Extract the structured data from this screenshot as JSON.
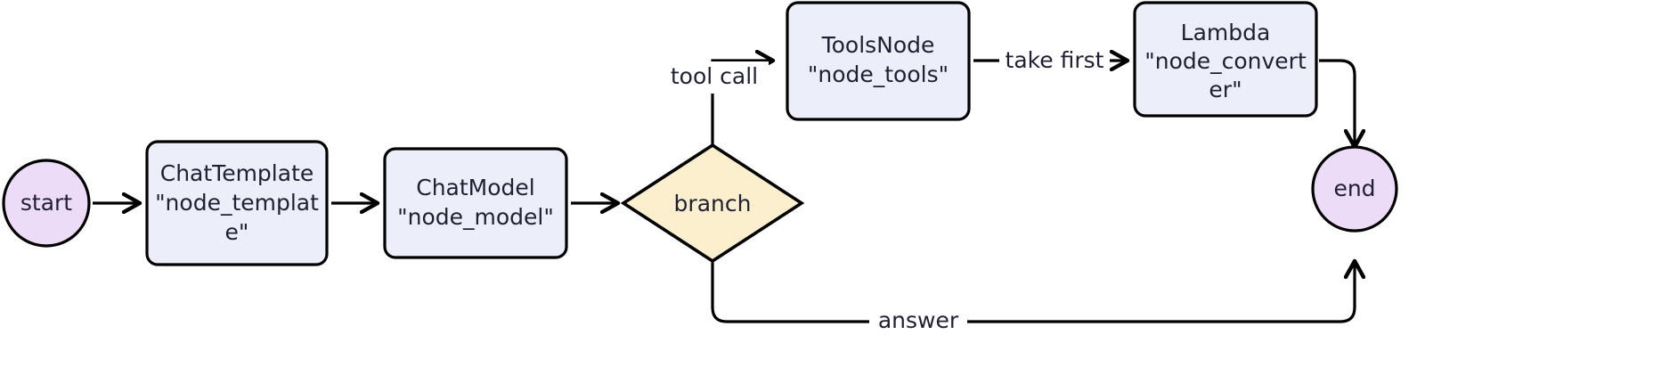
{
  "diagram": {
    "type": "flowchart",
    "orientation": "left-to-right",
    "background_color": "#ffffff",
    "palette": {
      "box_fill": "#eceffa",
      "circle_fill": "#eddcf7",
      "diamond_fill": "#fcefcd",
      "stroke": "#000000",
      "text": "#1f2033"
    },
    "nodes": [
      {
        "id": "start",
        "shape": "circle",
        "lines": [
          "start"
        ],
        "fill": "#eddcf7"
      },
      {
        "id": "node_template",
        "shape": "rounded-rect",
        "lines": [
          "ChatTemplate",
          "\"node_templat",
          "e\""
        ],
        "fill": "#eceffa"
      },
      {
        "id": "node_model",
        "shape": "rounded-rect",
        "lines": [
          "ChatModel",
          "\"node_model\""
        ],
        "fill": "#eceffa"
      },
      {
        "id": "branch",
        "shape": "diamond",
        "lines": [
          "branch"
        ],
        "fill": "#fcefcd"
      },
      {
        "id": "node_tools",
        "shape": "rounded-rect",
        "lines": [
          "ToolsNode",
          "\"node_tools\""
        ],
        "fill": "#eceffa"
      },
      {
        "id": "node_converter",
        "shape": "rounded-rect",
        "lines": [
          "Lambda",
          "\"node_convert",
          "er\""
        ],
        "fill": "#eceffa"
      },
      {
        "id": "end",
        "shape": "circle",
        "lines": [
          "end"
        ],
        "fill": "#eddcf7"
      }
    ],
    "edges": [
      {
        "id": "e1",
        "from": "start",
        "to": "node_template",
        "label": "",
        "arrow": true
      },
      {
        "id": "e2",
        "from": "node_template",
        "to": "node_model",
        "label": "",
        "arrow": true
      },
      {
        "id": "e3",
        "from": "node_model",
        "to": "branch",
        "label": "",
        "arrow": true
      },
      {
        "id": "e4",
        "from": "branch",
        "to": "node_tools",
        "label": "tool call",
        "arrow": true
      },
      {
        "id": "e5",
        "from": "node_tools",
        "to": "node_converter",
        "label": "take first",
        "arrow": true
      },
      {
        "id": "e6",
        "from": "node_converter",
        "to": "end",
        "label": "",
        "arrow": true
      },
      {
        "id": "e7",
        "from": "branch",
        "to": "end",
        "label": "answer",
        "arrow": true
      }
    ],
    "labels": {
      "tool_call": "tool call",
      "take_first": "take first",
      "answer": "answer"
    }
  }
}
